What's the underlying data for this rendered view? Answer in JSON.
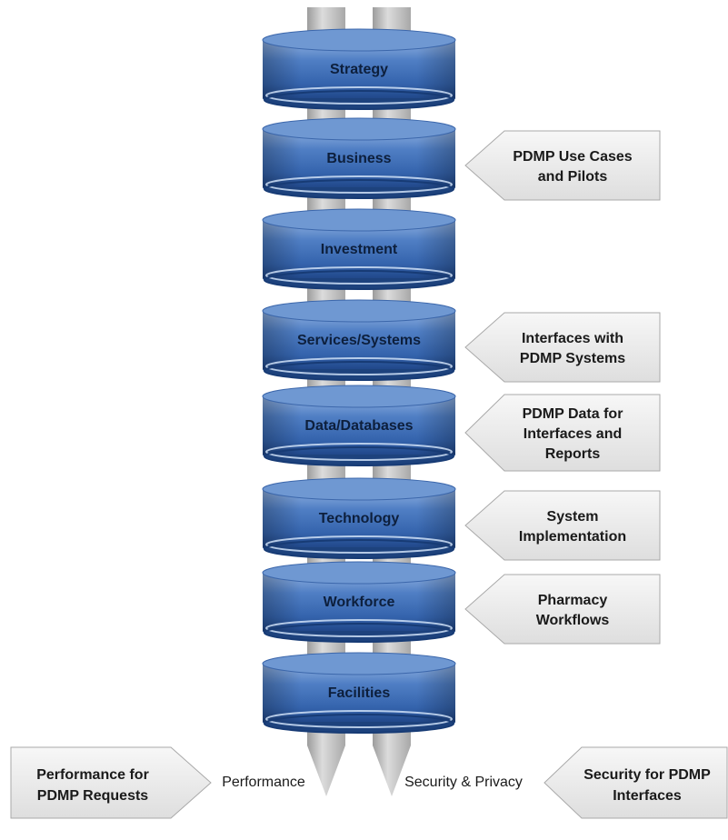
{
  "layers": [
    {
      "label": "Strategy"
    },
    {
      "label": "Business"
    },
    {
      "label": "Investment"
    },
    {
      "label": "Services/Systems"
    },
    {
      "label": "Data/Databases"
    },
    {
      "label": "Technology"
    },
    {
      "label": "Workforce"
    },
    {
      "label": "Facilities"
    }
  ],
  "callouts": [
    {
      "layer": "Business",
      "lines": [
        "PDMP Use Cases",
        "and Pilots"
      ]
    },
    {
      "layer": "Services/Systems",
      "lines": [
        "Interfaces with",
        "PDMP Systems"
      ]
    },
    {
      "layer": "Data/Databases",
      "lines": [
        "PDMP Data for",
        "Interfaces and",
        "Reports"
      ]
    },
    {
      "layer": "Technology",
      "lines": [
        "System",
        "Implementation"
      ]
    },
    {
      "layer": "Workforce",
      "lines": [
        "Pharmacy",
        "Workflows"
      ]
    }
  ],
  "pillars": {
    "left_label": "Performance",
    "right_label": "Security & Privacy"
  },
  "bottom_callouts": {
    "left": {
      "lines": [
        "Performance for",
        "PDMP Requests"
      ]
    },
    "right": {
      "lines": [
        "Security for PDMP",
        "Interfaces"
      ]
    }
  },
  "colors": {
    "ring_top": "#7fa4d8",
    "ring_mid": "#3f6db5",
    "ring_dark": "#1f4683",
    "pillar": "#c9c9c9",
    "callout_fill": "#ececec",
    "callout_stroke": "#a9a9a9"
  }
}
